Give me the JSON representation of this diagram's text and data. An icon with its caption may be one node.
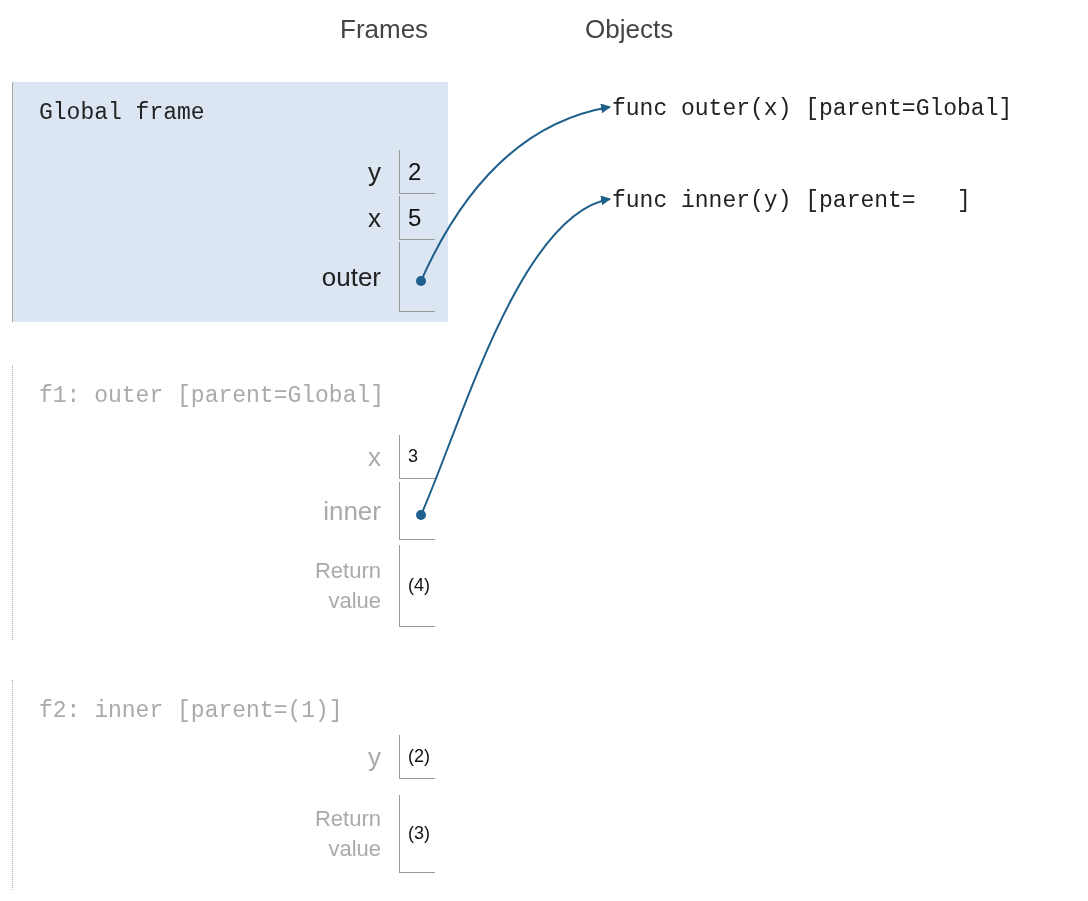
{
  "diagram": {
    "nodes": [
      {
        "text": [
          "Global frame"
        ]
      },
      {
        "text": [
          "2"
        ],
        "beside": [
          "y"
        ],
        "in": 0
      },
      {
        "text": [
          "5"
        ],
        "beside": [
          "x"
        ],
        "in": 0
      },
      {
        "text": [],
        "shape": "box",
        "beside": [
          "outer"
        ],
        "in": 0
      },
      {
        "text": [
          "func outer(x) [parent=Global]"
        ]
      },
      {
        "text": [
          "func inner(y) [parent=   ]"
        ]
      },
      {
        "text": [
          "f1: outer [parent=Global]"
        ]
      },
      {
        "text": [
          "3"
        ],
        "beside": [
          "x"
        ],
        "in": 6
      },
      {
        "text": [],
        "shape": "box",
        "beside": [
          "inner"
        ],
        "in": 6
      },
      {
        "text": [
          "(4)"
        ],
        "beside": [
          "Return value"
        ],
        "in": 6
      },
      {
        "text": [
          "f2: inner [parent=(1)]"
        ]
      },
      {
        "text": [
          "(2)"
        ],
        "beside": [
          "y"
        ],
        "in": 10
      },
      {
        "text": [
          "(3)"
        ],
        "beside": [
          "Return value"
        ],
        "in": 10
      }
    ],
    "edges": [
      {
        "from": 3,
        "to": 4,
        "arrow": "to"
      },
      {
        "from": 8,
        "to": 5,
        "arrow": "to"
      }
    ],
    "labels": [
      "Frames",
      "Objects"
    ]
  }
}
